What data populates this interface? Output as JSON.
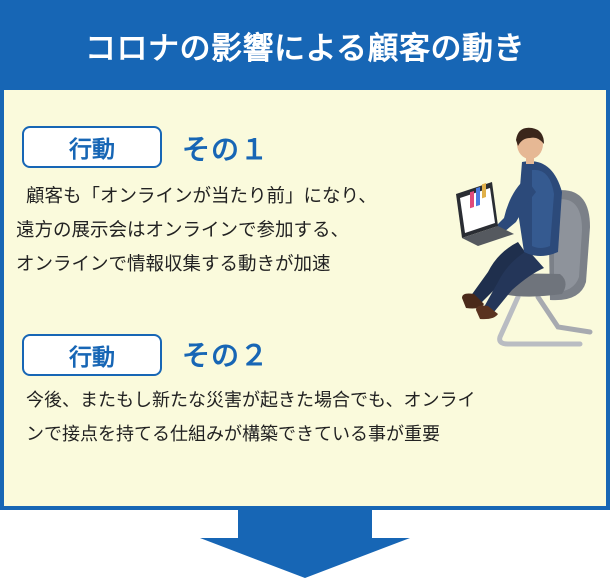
{
  "header": {
    "title": "コロナの影響による顧客の動き"
  },
  "sections": [
    {
      "badge": "行動",
      "title": "その１",
      "lines": [
        "顧客も「オンラインが当たり前」になり、",
        "遠方の展示会はオンラインで参加する、",
        "オンラインで情報収集する動きが加速"
      ]
    },
    {
      "badge": "行動",
      "title": "その２",
      "lines": [
        "今後、またもし新たな災害が起きた場合でも、オンライ",
        "ンで接点を持てる仕組みが構築できている事が重要"
      ]
    }
  ],
  "colors": {
    "accent": "#1766b5",
    "panel_background": "#fafadc",
    "text": "#222222"
  },
  "icons": {
    "illustration": "person-at-laptop-icon",
    "arrow": "arrow-down-icon"
  }
}
